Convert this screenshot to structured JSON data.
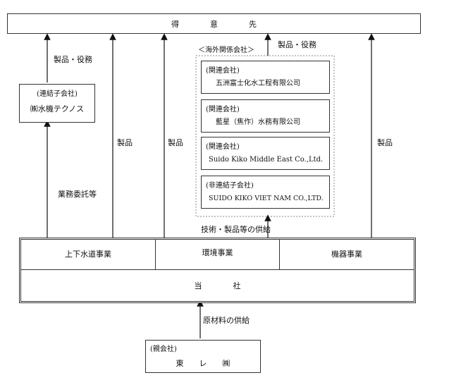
{
  "customer": {
    "label": "得　　　　意　　　　先"
  },
  "overseas_group": {
    "label": "＜海外関係会社＞"
  },
  "overseas_companies": [
    {
      "type": "(関連会社)",
      "name": "五洲富士化水工程有限公司"
    },
    {
      "type": "(関連会社)",
      "name": "藍星（焦作）水務有限公司"
    },
    {
      "type": "(関連会社)",
      "name": "Suido Kiko Middle East Co.,Ltd."
    },
    {
      "type": "(非連結子会社)",
      "name": "SUIDO KIKO VIET NAM CO.,LTD."
    }
  ],
  "subsidiary": {
    "type": "(連結子会社)",
    "name": "㈱水機テクノス"
  },
  "segments": {
    "water": "上下水道事業",
    "environment": "環境事業",
    "equipment": "機器事業"
  },
  "company": {
    "label": "当　　　　社"
  },
  "parent": {
    "type": "(親会社)",
    "name": "東　　レ　　㈱"
  },
  "arrow_labels": {
    "products_services_left": "製品・役務",
    "products_services_right": "製品・役務",
    "products_1": "製品",
    "products_2": "製品",
    "products_3": "製品",
    "outsourcing": "業務委託等",
    "tech_supply": "技術・製品等の供給",
    "materials": "原材料の供給"
  }
}
